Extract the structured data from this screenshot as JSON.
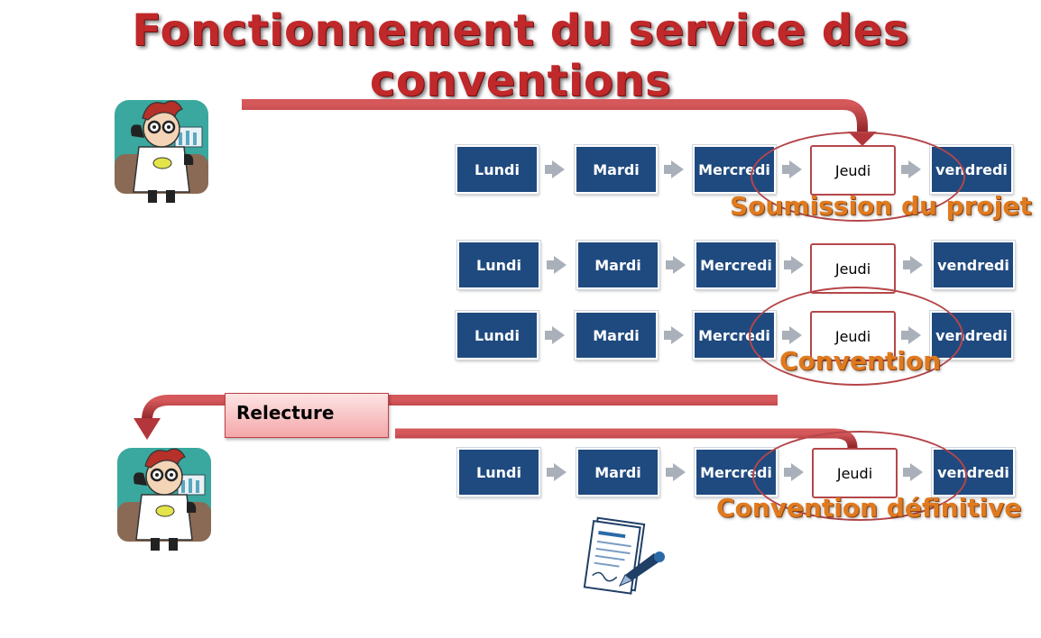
{
  "title": "Fonctionnement du service des conventions",
  "rows": [
    {
      "days": [
        "Lundi",
        "Mardi",
        "Mercredi",
        "Jeudi",
        "vendredi"
      ]
    },
    {
      "days": [
        "Lundi",
        "Mardi",
        "Mercredi",
        "Jeudi",
        "vendredi"
      ]
    },
    {
      "days": [
        "Lundi",
        "Mardi",
        "Mercredi",
        "Jeudi",
        "vendredi"
      ]
    },
    {
      "days": [
        "Lundi",
        "Mardi",
        "Mercredi",
        "Jeudi",
        "vendredi"
      ]
    }
  ],
  "labels": {
    "soumission": "Soumission du projet",
    "convention": "Convention",
    "relecture": "Relecture",
    "definitive": "Convention définitive"
  },
  "icons": {
    "scientist_top": "scientist-icon",
    "scientist_bottom": "scientist-icon",
    "document": "signed-document-icon"
  },
  "colors": {
    "day_box": "#1f4a7f",
    "highlight": "#b5464a",
    "label": "#e07a1f",
    "title": "#c0282a",
    "arrow": "#a9b0b9"
  }
}
